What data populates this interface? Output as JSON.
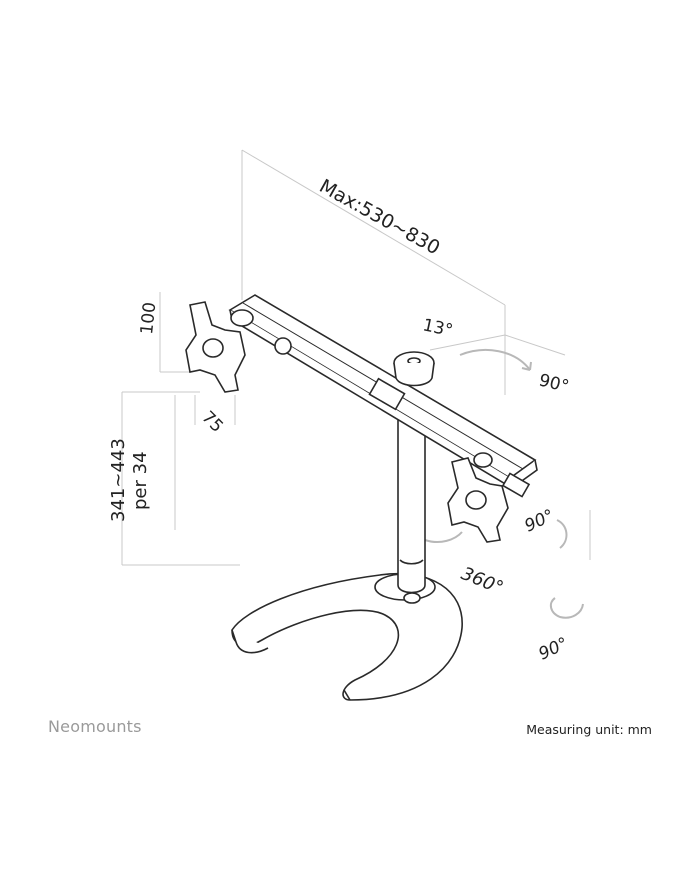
{
  "labels": {
    "width": "Max:530~830",
    "tilt": "13°",
    "rotate_top": "90°",
    "vesa_height": "100",
    "vesa_width": "75",
    "height_range": "341~443",
    "height_step": "per 34",
    "pivot": "90°",
    "swivel": "360°",
    "rotate_bottom": "90°"
  },
  "footer": {
    "brand": "Neomounts",
    "measuring_unit": "Measuring unit: mm"
  }
}
